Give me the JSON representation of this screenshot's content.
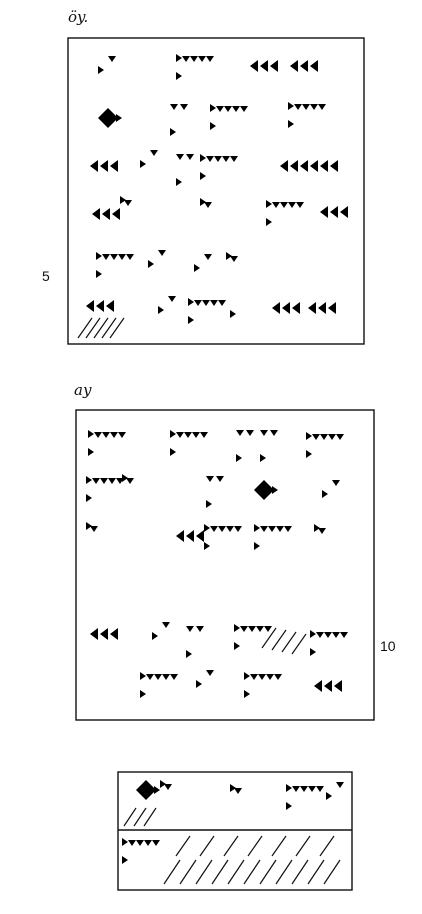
{
  "obverse": {
    "side_label": "öy.",
    "line_marker": "5"
  },
  "reverse": {
    "side_label": "ay",
    "line_marker": "10"
  },
  "edge": {},
  "colors": {
    "ink": "#111111",
    "paper": "#ffffff"
  }
}
